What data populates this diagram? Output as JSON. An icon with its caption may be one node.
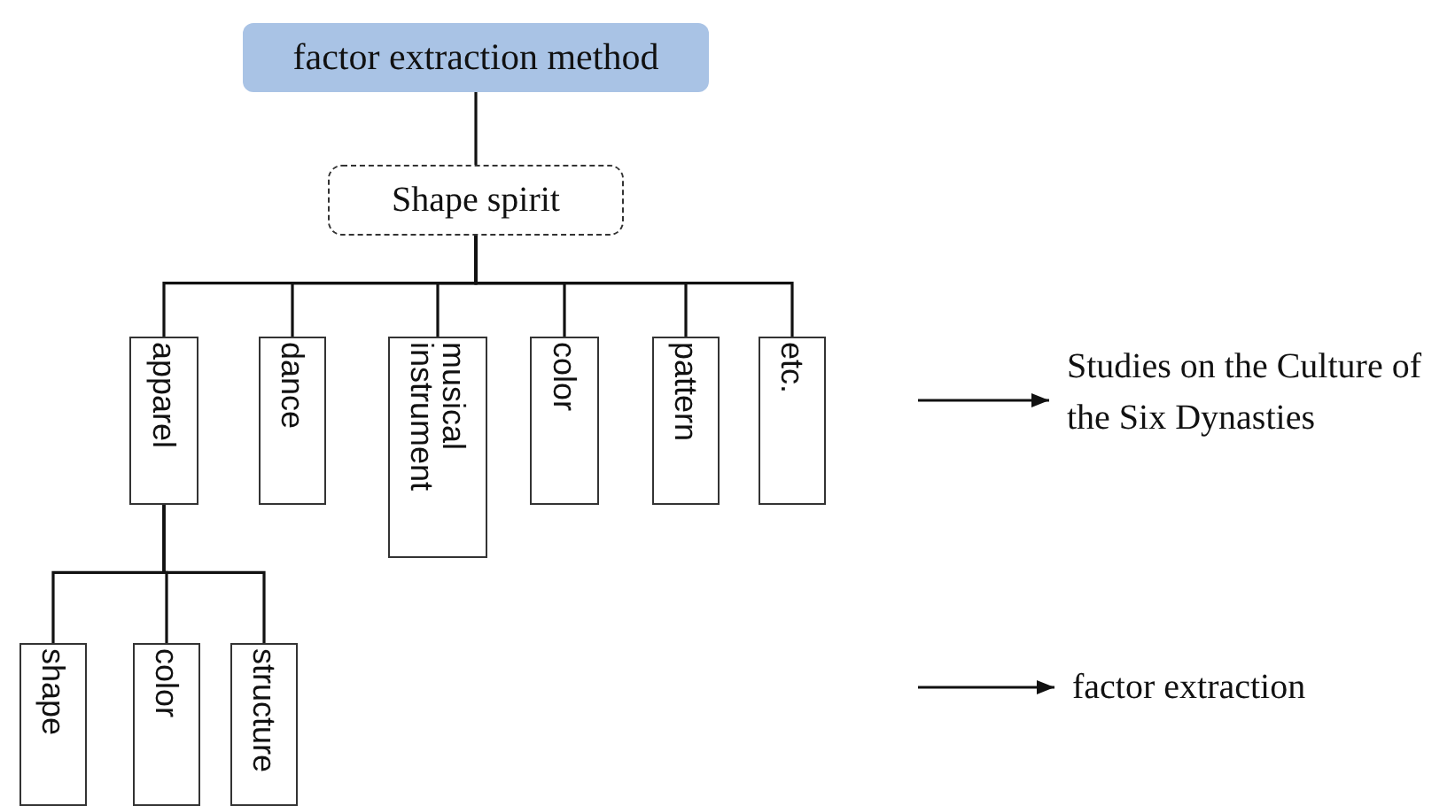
{
  "diagram": {
    "nodes": [
      {
        "text": [
          "factor extraction method"
        ]
      },
      {
        "text": [
          "Shape spirit"
        ]
      },
      {
        "text": [
          "apparel"
        ]
      },
      {
        "text": [
          "dance"
        ]
      },
      {
        "text": [
          "musical instrument"
        ]
      },
      {
        "text": [
          "color"
        ]
      },
      {
        "text": [
          "pattern"
        ]
      },
      {
        "text": [
          "etc."
        ]
      },
      {
        "text": [
          "shape"
        ]
      },
      {
        "text": [
          "color"
        ]
      },
      {
        "text": [
          "structure"
        ]
      },
      {
        "text": [
          "Studies on the Culture of the Six Dynasties"
        ]
      },
      {
        "text": [
          "factor extraction"
        ]
      }
    ],
    "edges": [
      {
        "from": 0,
        "to": 1,
        "arrow": "none"
      },
      {
        "from": 1,
        "to": 2,
        "arrow": "none"
      },
      {
        "from": 1,
        "to": 3,
        "arrow": "none"
      },
      {
        "from": 1,
        "to": 4,
        "arrow": "none"
      },
      {
        "from": 1,
        "to": 5,
        "arrow": "none"
      },
      {
        "from": 1,
        "to": 6,
        "arrow": "none"
      },
      {
        "from": 1,
        "to": 7,
        "arrow": "none"
      },
      {
        "from": 2,
        "to": 8,
        "arrow": "none"
      },
      {
        "from": 2,
        "to": 9,
        "arrow": "none"
      },
      {
        "from": 2,
        "to": 10,
        "arrow": "none"
      },
      {
        "from": null,
        "to": 11,
        "arrow": "to"
      },
      {
        "from": null,
        "to": 12,
        "arrow": "to"
      }
    ]
  }
}
